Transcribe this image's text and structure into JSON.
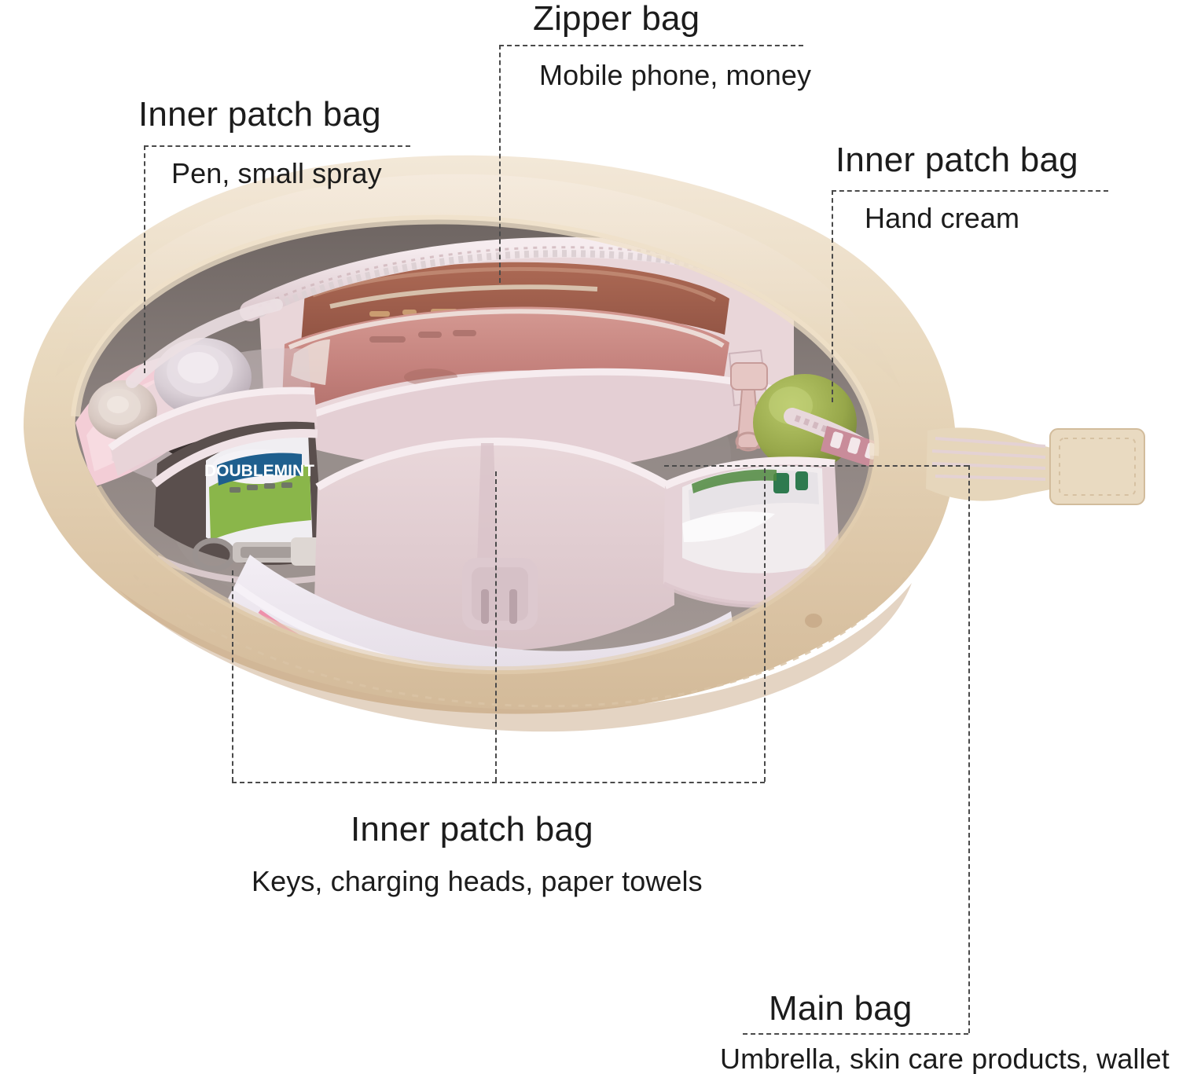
{
  "image": {
    "subject": "bag-interior-cutaway",
    "background_color": "#ffffff"
  },
  "colors": {
    "bag_outer": "#e3d0b7",
    "bag_outer_light": "#efe2cd",
    "bag_outer_shadow": "#cdb596",
    "lining_grey": "#8e8582",
    "lining_pink": "#e7d3d6",
    "lining_white": "#efeaf1",
    "pink_trim": "#f0c9d2",
    "phone_rose": "#c98a86",
    "wallet_brown": "#9d5b4d",
    "zipper_tape": "#efe0e3",
    "green_item": "#9aaa4c",
    "text": "#1c1c1c",
    "leader_line": "#4a4a4a"
  },
  "annotations": [
    {
      "id": "inner-patch-bag-left",
      "title": "Inner patch bag",
      "subtitle": "Pen, small spray"
    },
    {
      "id": "zipper-bag",
      "title": "Zipper bag",
      "subtitle": "Mobile phone, money"
    },
    {
      "id": "inner-patch-bag-right",
      "title": "Inner patch bag",
      "subtitle": "Hand cream"
    },
    {
      "id": "inner-patch-bag-bottom",
      "title": "Inner patch bag",
      "subtitle": "Keys, charging heads, paper towels"
    },
    {
      "id": "main-bag",
      "title": "Main bag",
      "subtitle": "Umbrella, skin care products, wallet"
    }
  ],
  "product_labels": {
    "gum_brand": "DOUBLEMINT"
  }
}
